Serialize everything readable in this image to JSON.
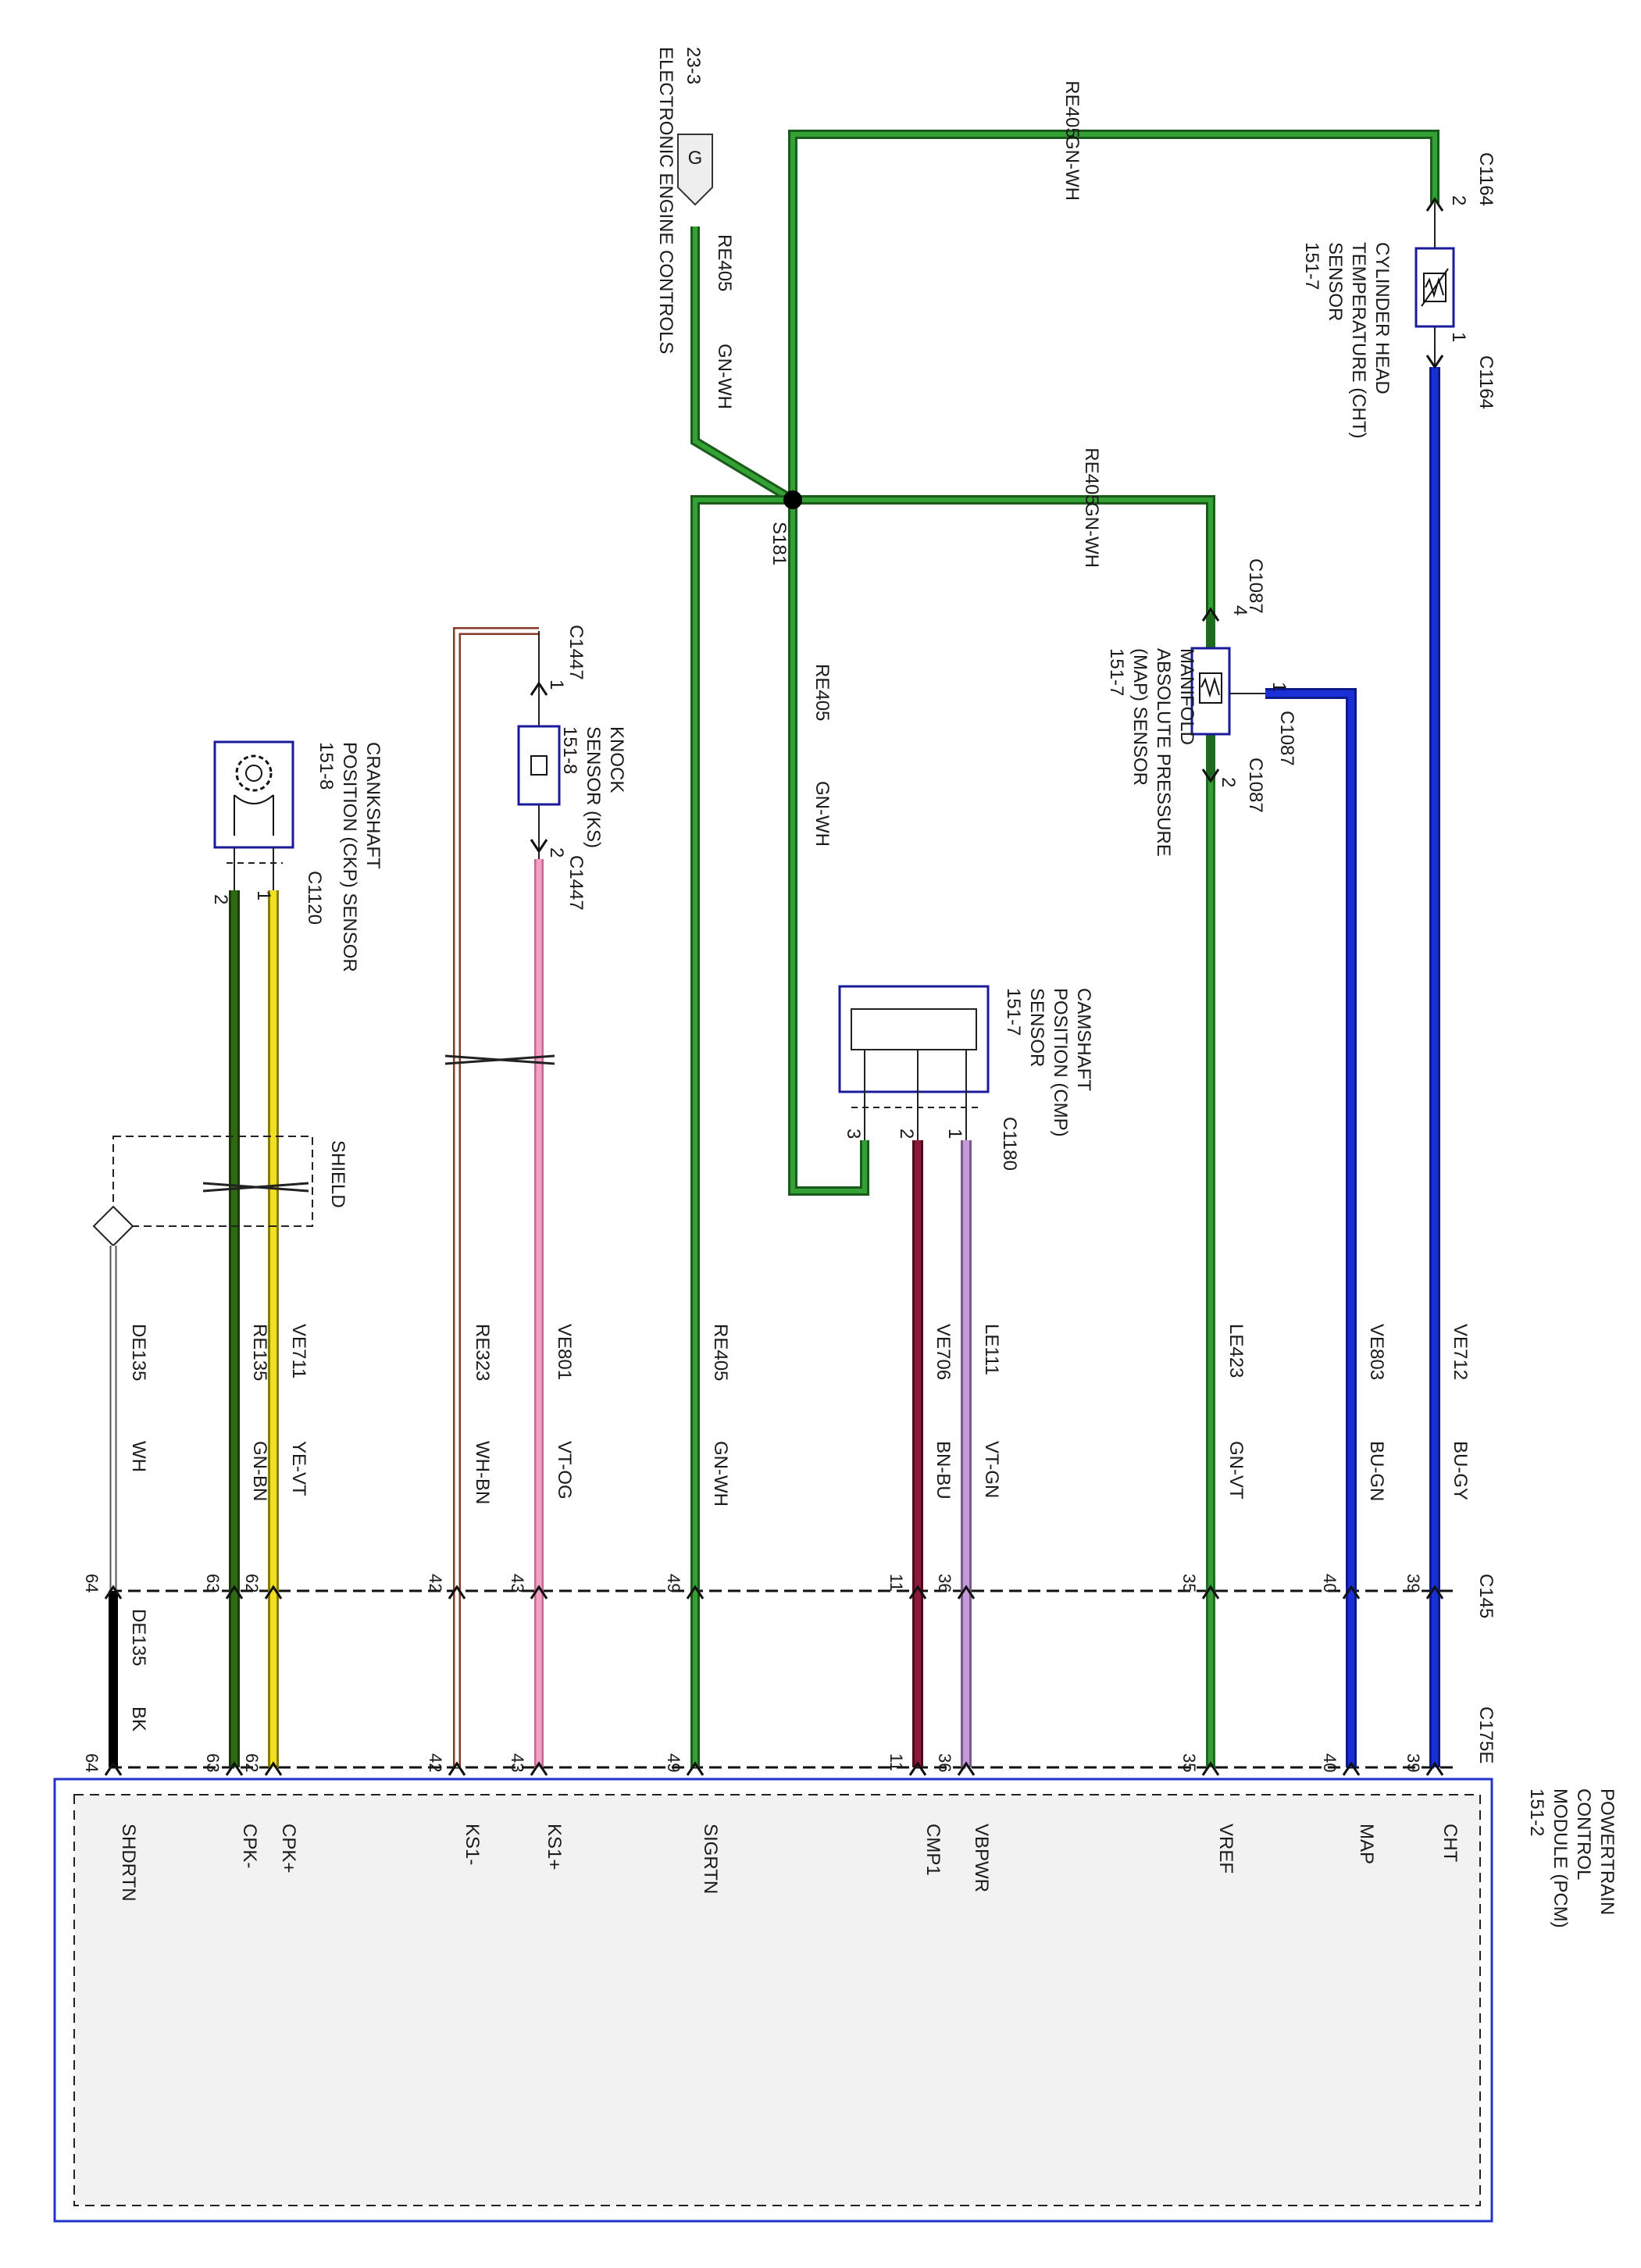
{
  "colors": {
    "GN-WH": "#2e8b2e",
    "BU-GY": "#1a2fd6",
    "BU-GN": "#1a2fd6",
    "GN-VT": "#3a9a3a",
    "VT-GN": "#c59ad9",
    "BN-BU": "#8b1a3a",
    "VT-OG": "#f3a0c4",
    "WH-BN": "#ffffff",
    "GN-BN": "#2f6a12",
    "YE-VT": "#f0e020",
    "WH": "#ffffff",
    "BK": "#111111",
    "component_border": "#1a1a9a",
    "pcm_border": "#2233cc",
    "pcm_fill": "#f2f2f2"
  },
  "reference": {
    "page": "23-3",
    "label": "ELECTRONIC ENGINE CONTROLS",
    "connector": "G"
  },
  "splice": "S181",
  "pcm": {
    "lines": [
      "POWERTRAIN",
      "CONTROL",
      "MODULE (PCM)",
      "151-2"
    ]
  },
  "connectors": {
    "inline": "C145",
    "pcm": "C175E"
  },
  "components": {
    "cht": {
      "lines": [
        "CYLINDER HEAD",
        "TEMPERATURE (CHT)",
        "SENSOR",
        "151-7"
      ],
      "connector": "C1164",
      "pin_top": "2",
      "pin_bottom": "1"
    },
    "map": {
      "lines": [
        "MANIFOLD",
        "ABSOLUTE PRESSURE",
        "(MAP) SENSOR",
        "151-7"
      ],
      "connector": "C1087",
      "pin_top": "4",
      "pin_side": "1",
      "pin_bottom": "2"
    },
    "cmp": {
      "lines": [
        "CAMSHAFT",
        "POSITION (CMP)",
        "SENSOR",
        "151-7"
      ],
      "connector": "C1180",
      "pins": [
        "3",
        "2",
        "1"
      ]
    },
    "ks": {
      "lines": [
        "KNOCK",
        "SENSOR (KS)",
        "151-8"
      ],
      "connector": "C1447",
      "pin_top": "1",
      "pin_bottom": "2"
    },
    "ckp": {
      "lines": [
        "CRANKSHAFT",
        "POSITION (CKP) SENSOR",
        "151-8"
      ],
      "connector": "C1120",
      "pins": [
        "2",
        "1"
      ]
    },
    "shield": "SHIELD"
  },
  "wires": {
    "top_circuit": "RE405",
    "top_color": "GN-WH",
    "ref_circuit": "RE405",
    "ref_color": "GN-WH",
    "map_feed_circuit": "RE405",
    "map_feed_color": "GN-WH",
    "cmp_feed_circuit": "RE405",
    "cmp_feed_color": "GN-WH",
    "shield_bottom_circuit": "DE135",
    "shield_bottom_color": "BK"
  },
  "circuits": [
    {
      "circuit": "VE712",
      "color": "BU-GY",
      "c145_pin": "39",
      "pcm_pin": "39",
      "signal": "CHT"
    },
    {
      "circuit": "VE803",
      "color": "BU-GN",
      "c145_pin": "40",
      "pcm_pin": "40",
      "signal": "MAP"
    },
    {
      "circuit": "LE423",
      "color": "GN-VT",
      "c145_pin": "35",
      "pcm_pin": "35",
      "signal": "VREF"
    },
    {
      "circuit": "LE111",
      "color": "VT-GN",
      "c145_pin": "36",
      "pcm_pin": "36",
      "signal": "VBPWR"
    },
    {
      "circuit": "VE706",
      "color": "BN-BU",
      "c145_pin": "11",
      "pcm_pin": "11",
      "signal": "CMP1"
    },
    {
      "circuit": "RE405",
      "color": "GN-WH",
      "c145_pin": "49",
      "pcm_pin": "49",
      "signal": "SIGRTN"
    },
    {
      "circuit": "VE801",
      "color": "VT-OG",
      "c145_pin": "43",
      "pcm_pin": "43",
      "signal": "KS1+"
    },
    {
      "circuit": "RE323",
      "color": "WH-BN",
      "c145_pin": "42",
      "pcm_pin": "42",
      "signal": "KS1-"
    },
    {
      "circuit": "VE711",
      "color": "YE-VT",
      "c145_pin": "62",
      "pcm_pin": "62",
      "signal": "CPK+"
    },
    {
      "circuit": "RE135",
      "color": "GN-BN",
      "c145_pin": "63",
      "pcm_pin": "63",
      "signal": "CPK-"
    },
    {
      "circuit": "DE135",
      "color": "WH",
      "c145_pin": "64",
      "pcm_pin": "64",
      "signal": "SHDRTN"
    }
  ]
}
